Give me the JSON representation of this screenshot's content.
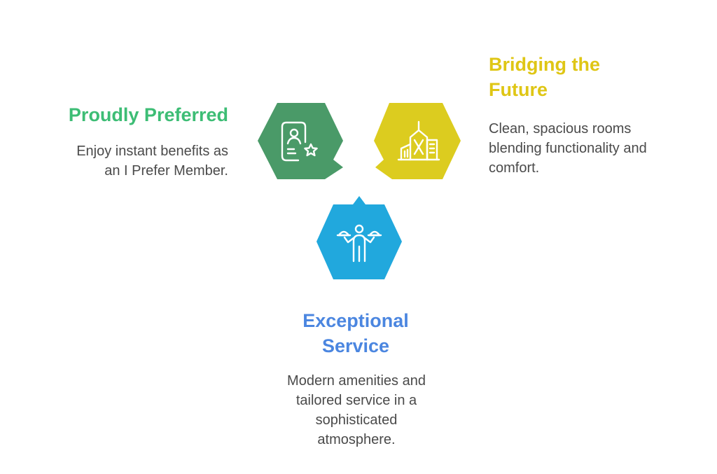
{
  "colors": {
    "green": "#4a9a68",
    "yellow": "#dccc1f",
    "blue": "#21a8dd",
    "green_title": "#3dbd75",
    "yellow_title": "#dfc615",
    "blue_title": "#4b86e0",
    "description": "#4a4a4a",
    "icon_stroke": "#ffffff"
  },
  "items": {
    "left": {
      "title_lines": [
        "Proudly Preferred"
      ],
      "description_lines": [
        "Enjoy instant benefits as",
        "an I Prefer Member."
      ],
      "icon": "member-card-star-icon"
    },
    "right": {
      "title_lines": [
        "Bridging the",
        "Future"
      ],
      "description_lines": [
        "Clean, spacious rooms",
        "blending functionality and",
        "comfort."
      ],
      "icon": "city-buildings-icon"
    },
    "bottom": {
      "title_lines": [
        "Exceptional",
        "Service"
      ],
      "description_lines": [
        "Modern amenities and",
        "tailored service in a",
        "sophisticated",
        "atmosphere."
      ],
      "icon": "waiter-serving-icon"
    }
  }
}
